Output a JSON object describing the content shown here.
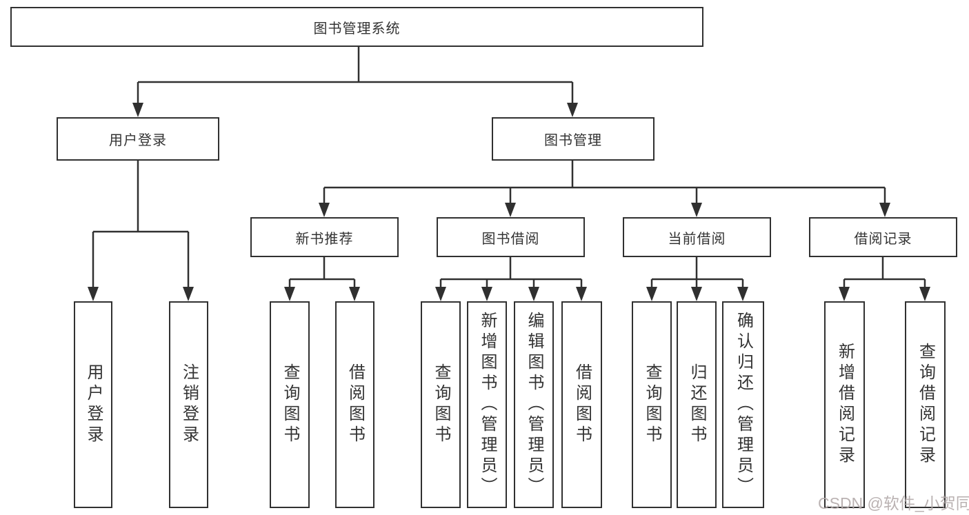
{
  "diagram": {
    "root": "图书管理系统",
    "user_login": "用户登录",
    "book_mgmt": "图书管理",
    "new_book_rec": "新书推荐",
    "book_borrow": "图书借阅",
    "current_borrow": "当前借阅",
    "borrow_records": "借阅记录",
    "leaf_user_login": "用户登录",
    "leaf_logout": "注销登录",
    "leaf_nbr_query": "查询图书",
    "leaf_nbr_borrow": "借阅图书",
    "leaf_bb_query": "查询图书",
    "leaf_bb_add": "新增图书（管理员）",
    "leaf_bb_edit": "编辑图书（管理员）",
    "leaf_bb_borrow": "借阅图书",
    "leaf_cb_query": "查询图书",
    "leaf_cb_return": "归还图书",
    "leaf_cb_confirm": "确认归还（管理员）",
    "leaf_br_add": "新增借阅记录",
    "leaf_br_query": "查询借阅记录"
  },
  "watermark": "CSDN @软件_小贺同学",
  "colors": {
    "line": "#303030",
    "box_border": "#303030",
    "box_fill": "#ffffff",
    "text": "#333333",
    "watermark": "#b2aaaa"
  }
}
